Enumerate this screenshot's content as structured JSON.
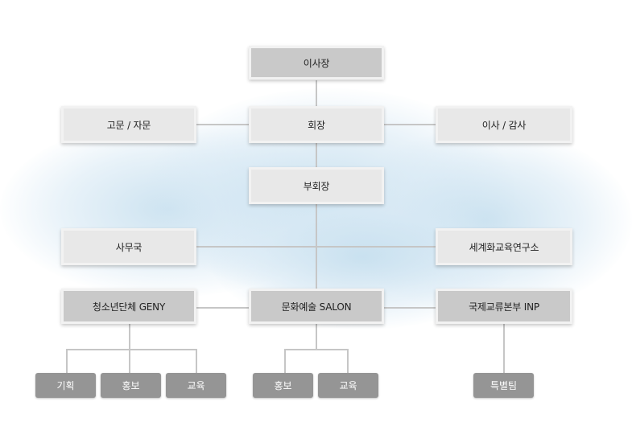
{
  "org": {
    "chairman": "이사장",
    "advisors": "고문 / 자문",
    "president": "회장",
    "directors": "이사 / 감사",
    "vice_president": "부회장",
    "secretariat": "사무국",
    "research_institute": "세계화교육연구소",
    "youth_group": "청소년단체 GENY",
    "culture_arts": "문화예술 SALON",
    "international": "국제교류본부 INP",
    "youth_sub": [
      "기획",
      "홍보",
      "교육"
    ],
    "culture_sub": [
      "홍보",
      "교육"
    ],
    "intl_sub": [
      "특별팀"
    ]
  },
  "colors": {
    "box_light": "#e8e8e8",
    "box_dark": "#c9c9c9",
    "leaf": "#959595",
    "connector": "#c6c6c6"
  }
}
